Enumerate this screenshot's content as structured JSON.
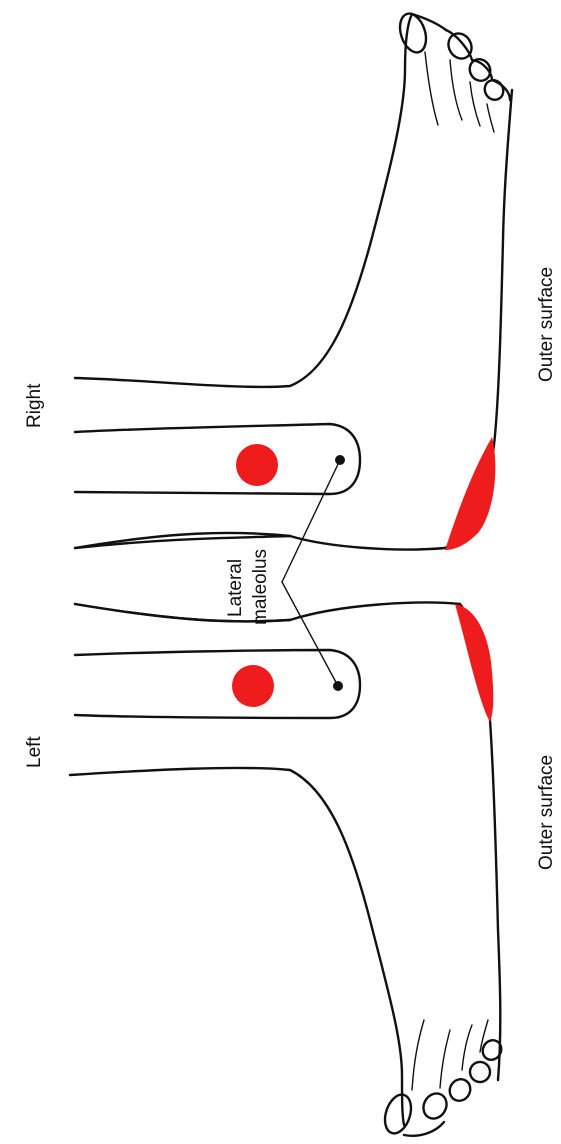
{
  "labels": {
    "right": "Right",
    "left": "Left",
    "outer_surface_right": "Outer surface",
    "outer_surface_left": "Outer surface",
    "lateral": "Lateral",
    "maleolus": "maleolus"
  },
  "colors": {
    "highlight": "#ee1c1c",
    "outline": "#111111",
    "background": "#ffffff"
  }
}
